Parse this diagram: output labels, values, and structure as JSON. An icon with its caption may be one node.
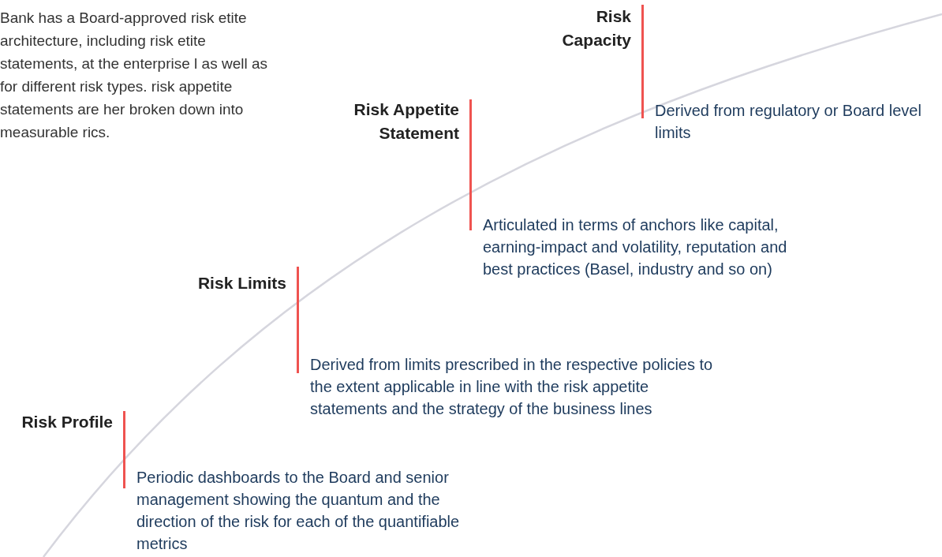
{
  "diagram": {
    "nodes": [
      {
        "text": [
          "Risk Capacity",
          "Derived from regulatory or Board level limits"
        ]
      },
      {
        "text": [
          "Risk Appetite Statement",
          "Articulated in terms of anchors like capital, earning-impact and volatility, reputation and best practices (Basel, industry and so on)"
        ]
      },
      {
        "text": [
          "Risk Limits",
          "Derived from limits prescribed in the respective policies to the extent applicable in line with the risk appetite statements and the strategy of the business lines"
        ]
      },
      {
        "text": [
          "Risk Profile",
          "Periodic dashboards to the Board and senior management showing the quantum and the direction of the risk for each of the quantifiable metrics"
        ]
      }
    ],
    "labels": [
      "Bank has a Board-approved risk etite architecture, including risk etite statements, at the enterprise l as well as for different risk types. risk appetite statements are her broken down into measurable rics."
    ]
  }
}
